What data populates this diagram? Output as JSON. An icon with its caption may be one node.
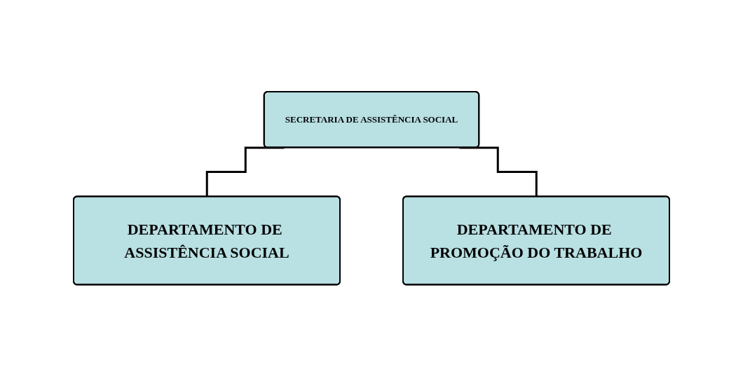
{
  "diagram": {
    "nodes": [
      {
        "text": [
          "SECRETARIA DE ASSISTÊNCIA SOCIAL"
        ]
      },
      {
        "text": [
          "DEPARTAMENTO DE ASSISTÊNCIA SOCIAL"
        ]
      },
      {
        "text": [
          "DEPARTAMENTO DE PROMOÇÃO DO TRABALHO"
        ]
      }
    ],
    "edges": [
      {
        "from": 0,
        "to": 1,
        "arrow": "none"
      },
      {
        "from": 0,
        "to": 2,
        "arrow": "none"
      }
    ]
  }
}
